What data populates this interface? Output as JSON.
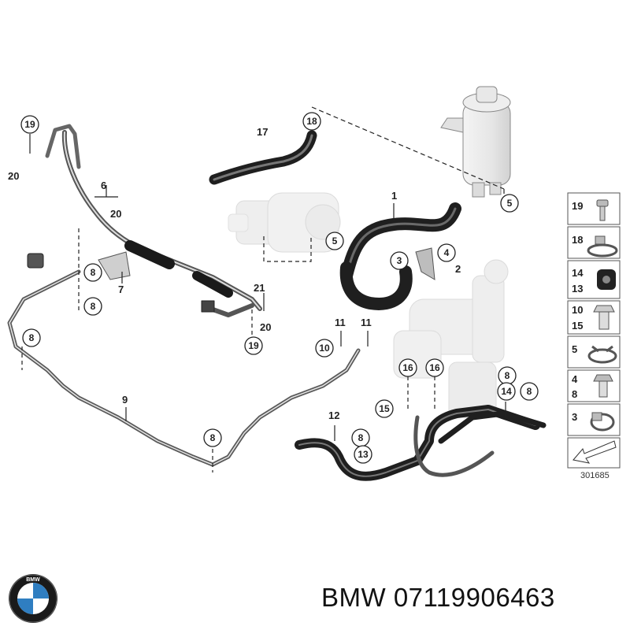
{
  "diagram": {
    "ref_number": "301685",
    "callouts": {
      "c19a": "19",
      "c20a": "20",
      "c6": "6",
      "c20b": "20",
      "c8a": "8",
      "c7": "7",
      "c8b": "8",
      "c17": "17",
      "c18": "18",
      "c1": "1",
      "c5a": "5",
      "c5b": "5",
      "c3": "3",
      "c4": "4",
      "c2": "2",
      "c21": "21",
      "c20c": "20",
      "c19b": "19",
      "c11a": "11",
      "c11b": "11",
      "c10": "10",
      "c8c": "8",
      "c9": "9",
      "c8d": "8",
      "c12": "12",
      "c8e": "8",
      "c13": "13",
      "c16a": "16",
      "c16b": "16",
      "c15": "15",
      "c8f": "8",
      "c14": "14",
      "c8g": "8"
    },
    "legend": [
      {
        "nums": [
          "19"
        ],
        "icon": "bolt-icon"
      },
      {
        "nums": [
          "18"
        ],
        "icon": "hose-clamp-icon"
      },
      {
        "nums": [
          "14",
          "13"
        ],
        "icon": "rubber-mount-icon"
      },
      {
        "nums": [
          "10",
          "15"
        ],
        "icon": "banjo-bolt-icon"
      },
      {
        "nums": [
          "5"
        ],
        "icon": "spring-clamp-icon"
      },
      {
        "nums": [
          "4",
          "8"
        ],
        "icon": "hex-bolt-icon"
      },
      {
        "nums": [
          "3"
        ],
        "icon": "worm-clamp-icon"
      }
    ]
  },
  "caption": {
    "text": "BMW 07119906463"
  },
  "logo": {
    "colors": {
      "ring": "#1a1a1a",
      "blue": "#2f7ec1",
      "white": "#ffffff"
    }
  }
}
